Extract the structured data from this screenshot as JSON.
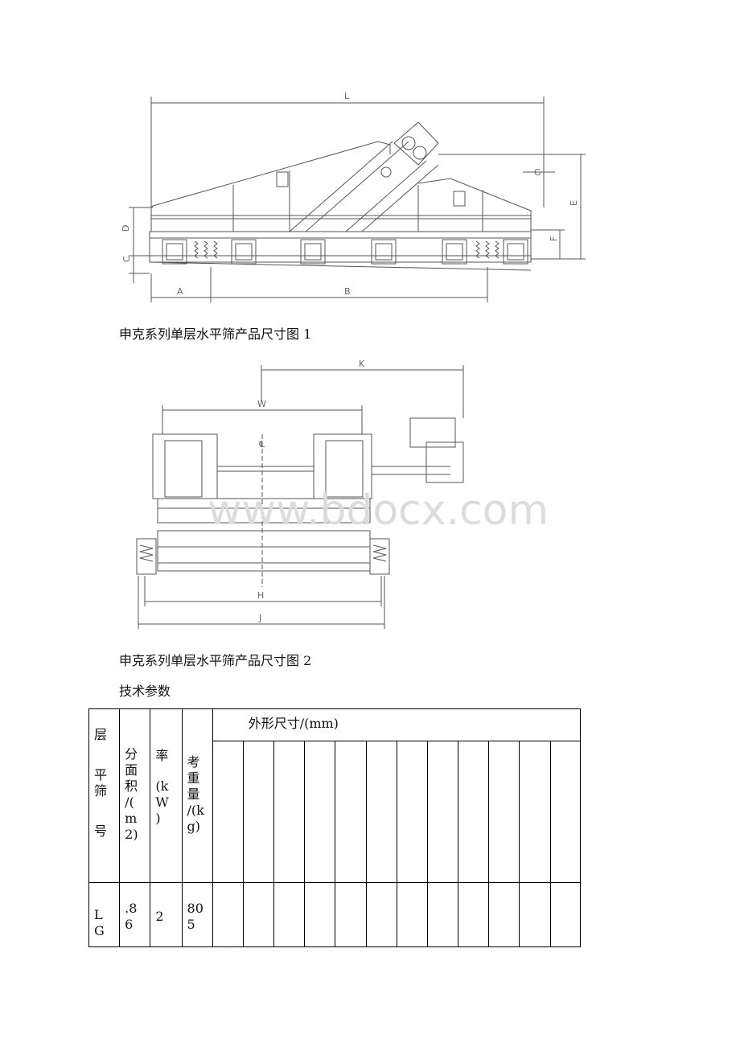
{
  "figure1": {
    "dim_labels": [
      "L",
      "A",
      "B",
      "C",
      "D",
      "E",
      "F",
      "G"
    ],
    "caption": "申克系列单层水平筛产品尺寸图 1"
  },
  "figure2": {
    "dim_labels": [
      "K",
      "W",
      "H",
      "J",
      "℄"
    ],
    "watermark": "www.bdocx.com",
    "caption": "申克系列单层水平筛产品尺寸图 2"
  },
  "section_title": "技术参数",
  "table": {
    "col1_header": [
      "层",
      "平",
      "筛",
      "号"
    ],
    "col2_header": [
      "分",
      "面",
      "积",
      "/(",
      "m",
      "2)"
    ],
    "col3_header": [
      "率",
      "(k",
      "W",
      ")"
    ],
    "col4_header": [
      "考",
      "重",
      "量",
      "/(k",
      "g)"
    ],
    "group_header": "外形尺寸/(mm)",
    "row1": [
      "L",
      "G"
    ],
    "row1_area": [
      ".8",
      "6"
    ],
    "row1_power": "2",
    "row1_weight": [
      "80",
      "5"
    ]
  }
}
